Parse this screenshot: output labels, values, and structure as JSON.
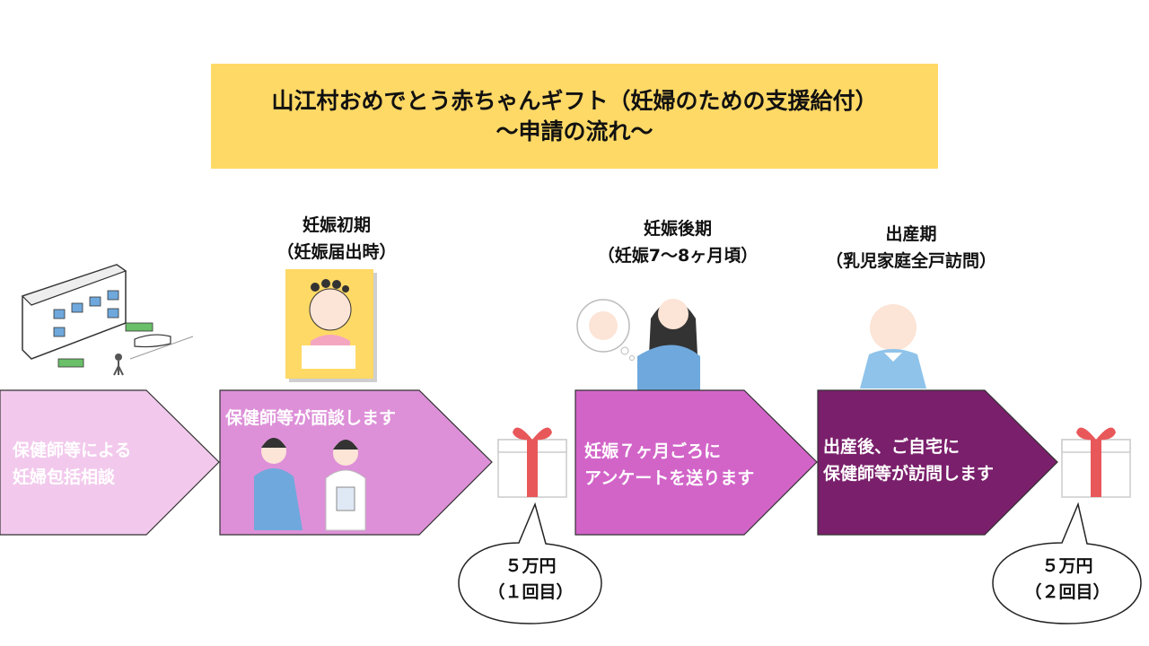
{
  "title": {
    "line1": "山江村おめでとう赤ちゃんギフト（妊婦のための支援給付）",
    "line2": "～申請の流れ～"
  },
  "stages": [
    {
      "name": "妊娠初期",
      "sub": "（妊娠届出時）"
    },
    {
      "name": "妊娠後期",
      "sub": "（妊娠7～8ヶ月頃）"
    },
    {
      "name": "出産期",
      "sub": "（乳児家庭全戸訪問）"
    }
  ],
  "steps": [
    {
      "line1": "保健師等による",
      "line2": "妊婦包括相談",
      "color": "#f2c9ec"
    },
    {
      "line1": "保健師等が面談します",
      "line2": "",
      "color": "#dd90d8"
    },
    {
      "line1": "妊娠７ヶ月ごろに",
      "line2": "アンケートを送ります",
      "color": "#d264c8"
    },
    {
      "line1": "出産後、ご自宅に",
      "line2": "保健師等が訪問します",
      "color": "#7a1f6b"
    }
  ],
  "payments": [
    {
      "amount": "５万円",
      "note": "（１回目）"
    },
    {
      "amount": "５万円",
      "note": "（２回目）"
    }
  ],
  "colors": {
    "title_bg": "#ffd966",
    "gift_ribbon": "#e8585a"
  }
}
